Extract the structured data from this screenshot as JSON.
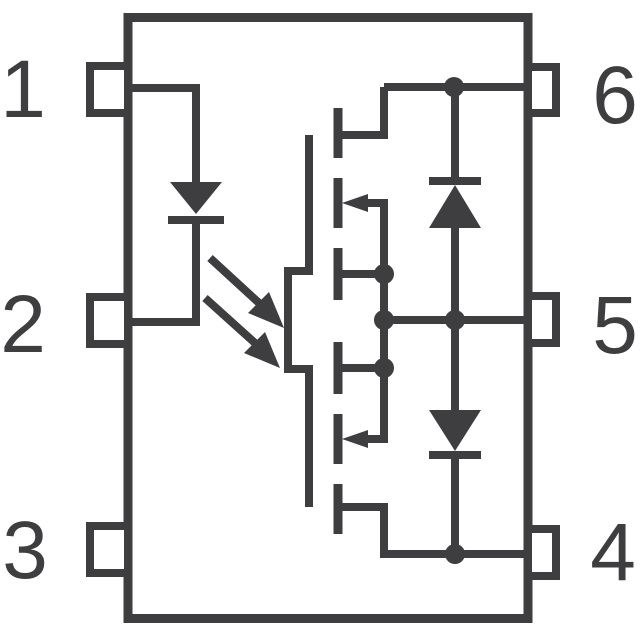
{
  "figure": {
    "kind": "schematic-symbol",
    "device": "6-pin PhotoMOS optocoupler solid-state relay",
    "background": "#ffffff"
  },
  "colors": {
    "line": "#3e3e40"
  },
  "pins": {
    "left": [
      {
        "label": "1"
      },
      {
        "label": "2"
      },
      {
        "label": "3"
      }
    ],
    "right": [
      {
        "label": "6"
      },
      {
        "label": "5"
      },
      {
        "label": "4"
      }
    ]
  },
  "components": {
    "input_led": "led-diode",
    "coupling": "photon-arrows",
    "output_top": "mosfet-with-body-diode",
    "output_bottom": "mosfet-with-body-diode",
    "nc_pin": "3"
  }
}
